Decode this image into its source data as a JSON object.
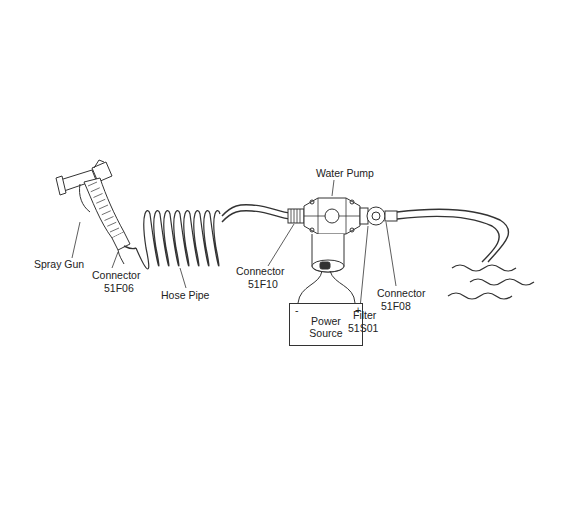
{
  "diagram": {
    "nodes": [
      {
        "text": [
          "Power Source"
        ]
      }
    ],
    "labels": [
      "Water Pump",
      "Spray Gun",
      "Connector",
      "51F06",
      "Hose Pipe",
      "Connector",
      "51F10",
      "-",
      "+",
      "Filter",
      "51S01",
      "Connector",
      "51F08"
    ]
  }
}
